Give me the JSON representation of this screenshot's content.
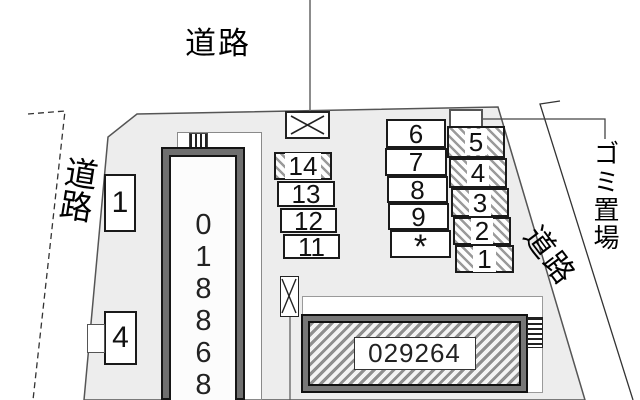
{
  "map": {
    "road_label_top": "道路",
    "road_label_left": "道路",
    "road_label_right": "道路",
    "garbage_area_label": "ゴミ置場",
    "building_a": {
      "id": "018868"
    },
    "building_b": {
      "id": "029264"
    },
    "parking_spaces": {
      "single_left": [
        "1",
        "4"
      ],
      "column_left": [
        "14",
        "13",
        "12",
        "11"
      ],
      "column_middle": [
        "6",
        "7",
        "8",
        "9",
        "*"
      ],
      "column_right": [
        "5",
        "4",
        "3",
        "2",
        "1"
      ]
    },
    "colors": {
      "site_fill": "#ededed",
      "building_frame": "#777777",
      "line": "#333333"
    }
  }
}
